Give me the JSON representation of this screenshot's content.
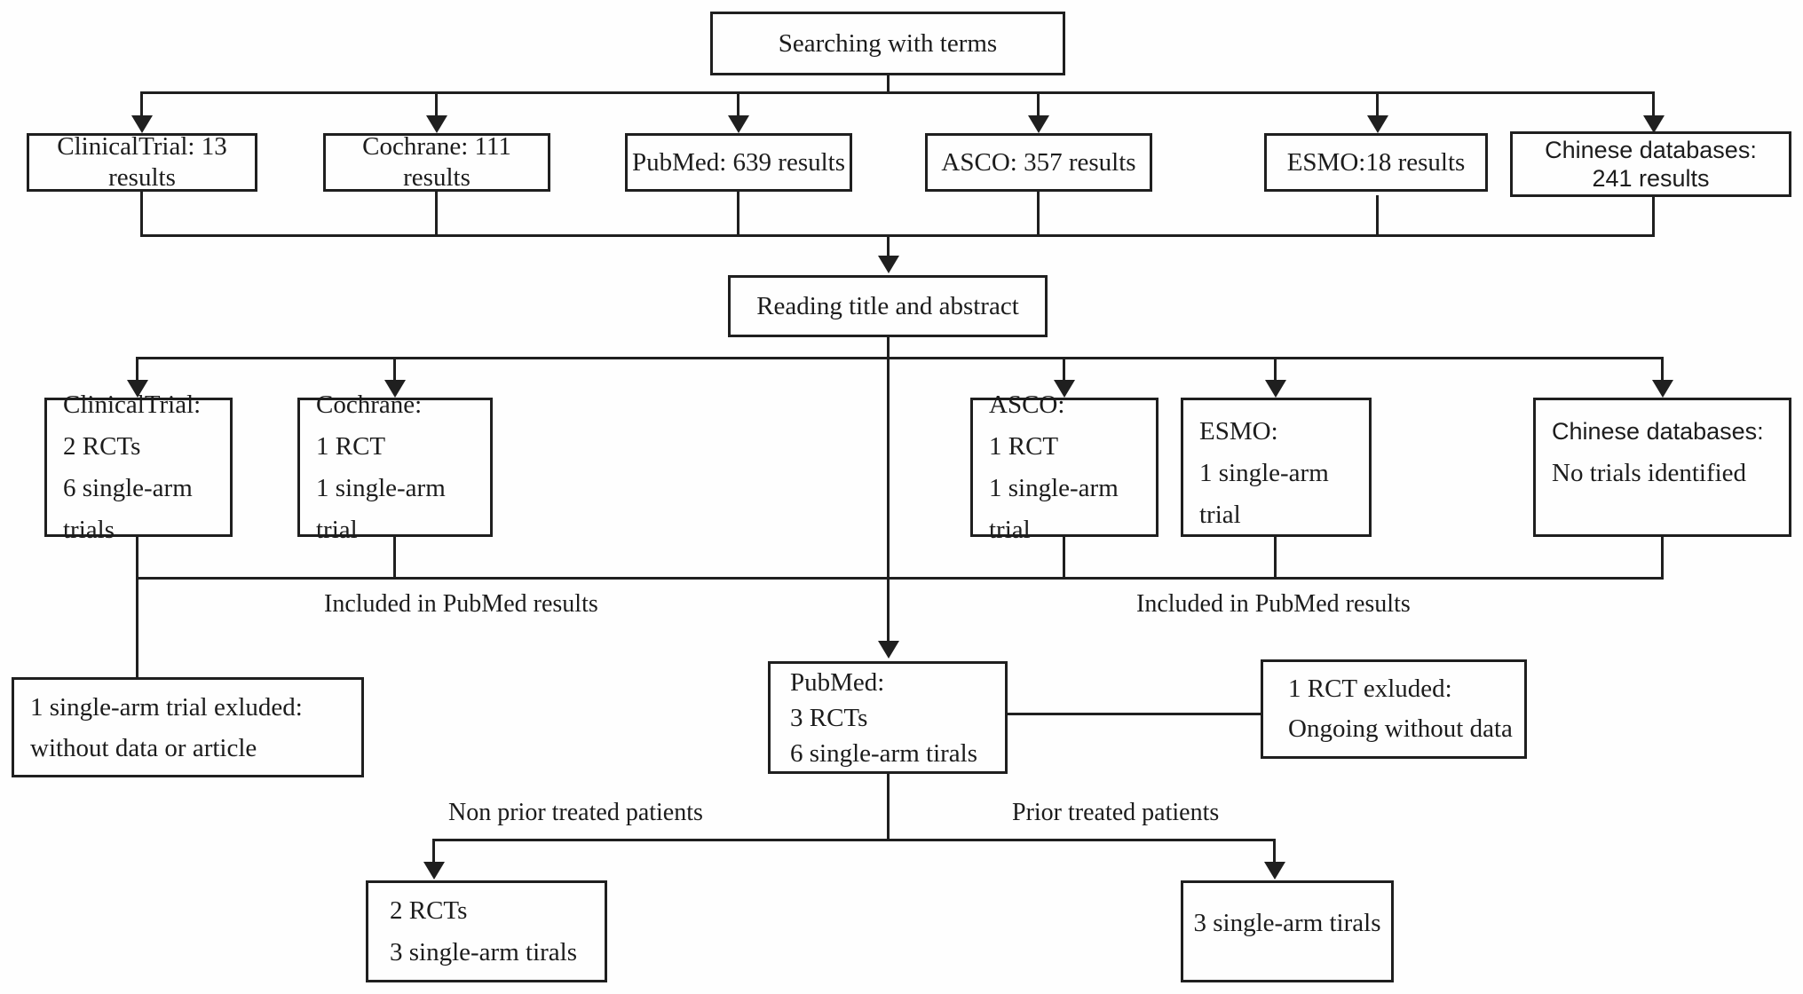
{
  "flow": {
    "searching": {
      "label": "Searching with terms"
    },
    "databases": [
      {
        "label": "ClinicalTrial: 13 results"
      },
      {
        "label": "Cochrane: 111 results"
      },
      {
        "label": "PubMed: 639 results"
      },
      {
        "label": "ASCO: 357 results"
      },
      {
        "label": "ESMO:18 results"
      },
      {
        "line1": "Chinese databases:",
        "line2": "241 results"
      }
    ],
    "reading": {
      "label": "Reading title and abstract"
    },
    "screened": [
      {
        "line1": "ClinicalTrial:",
        "line2": "2 RCTs",
        "line3": "6 single-arm trials"
      },
      {
        "line1": "Cochrane:",
        "line2": "1 RCT",
        "line3": "1 single-arm trial"
      },
      {
        "line1": "ASCO:",
        "line2": "1 RCT",
        "line3": "1 single-arm trial"
      },
      {
        "line1": "ESMO:",
        "line2": "1 single-arm trial"
      },
      {
        "line1": "Chinese databases:",
        "line2": "No trials identified"
      }
    ],
    "included_label_left": "Included in PubMed results",
    "included_label_right": "Included in PubMed results",
    "excluded_left": {
      "line1": "1 single-arm trial exluded:",
      "line2": "without data or article"
    },
    "pubmed": {
      "line1": "PubMed:",
      "line2": "3 RCTs",
      "line3": "6 single-arm tirals"
    },
    "excluded_right": {
      "line1": "1 RCT exluded:",
      "line2": "Ongoing without data"
    },
    "branch_left_label": "Non prior treated patients",
    "branch_right_label": "Prior treated patients",
    "outcome_left": {
      "line1": "2 RCTs",
      "line2": "3 single-arm tirals"
    },
    "outcome_right": {
      "label": "3 single-arm tirals"
    }
  },
  "colors": {
    "line": "#1f1f1f",
    "background": "#fefefe",
    "text": "#1c1c1c"
  }
}
